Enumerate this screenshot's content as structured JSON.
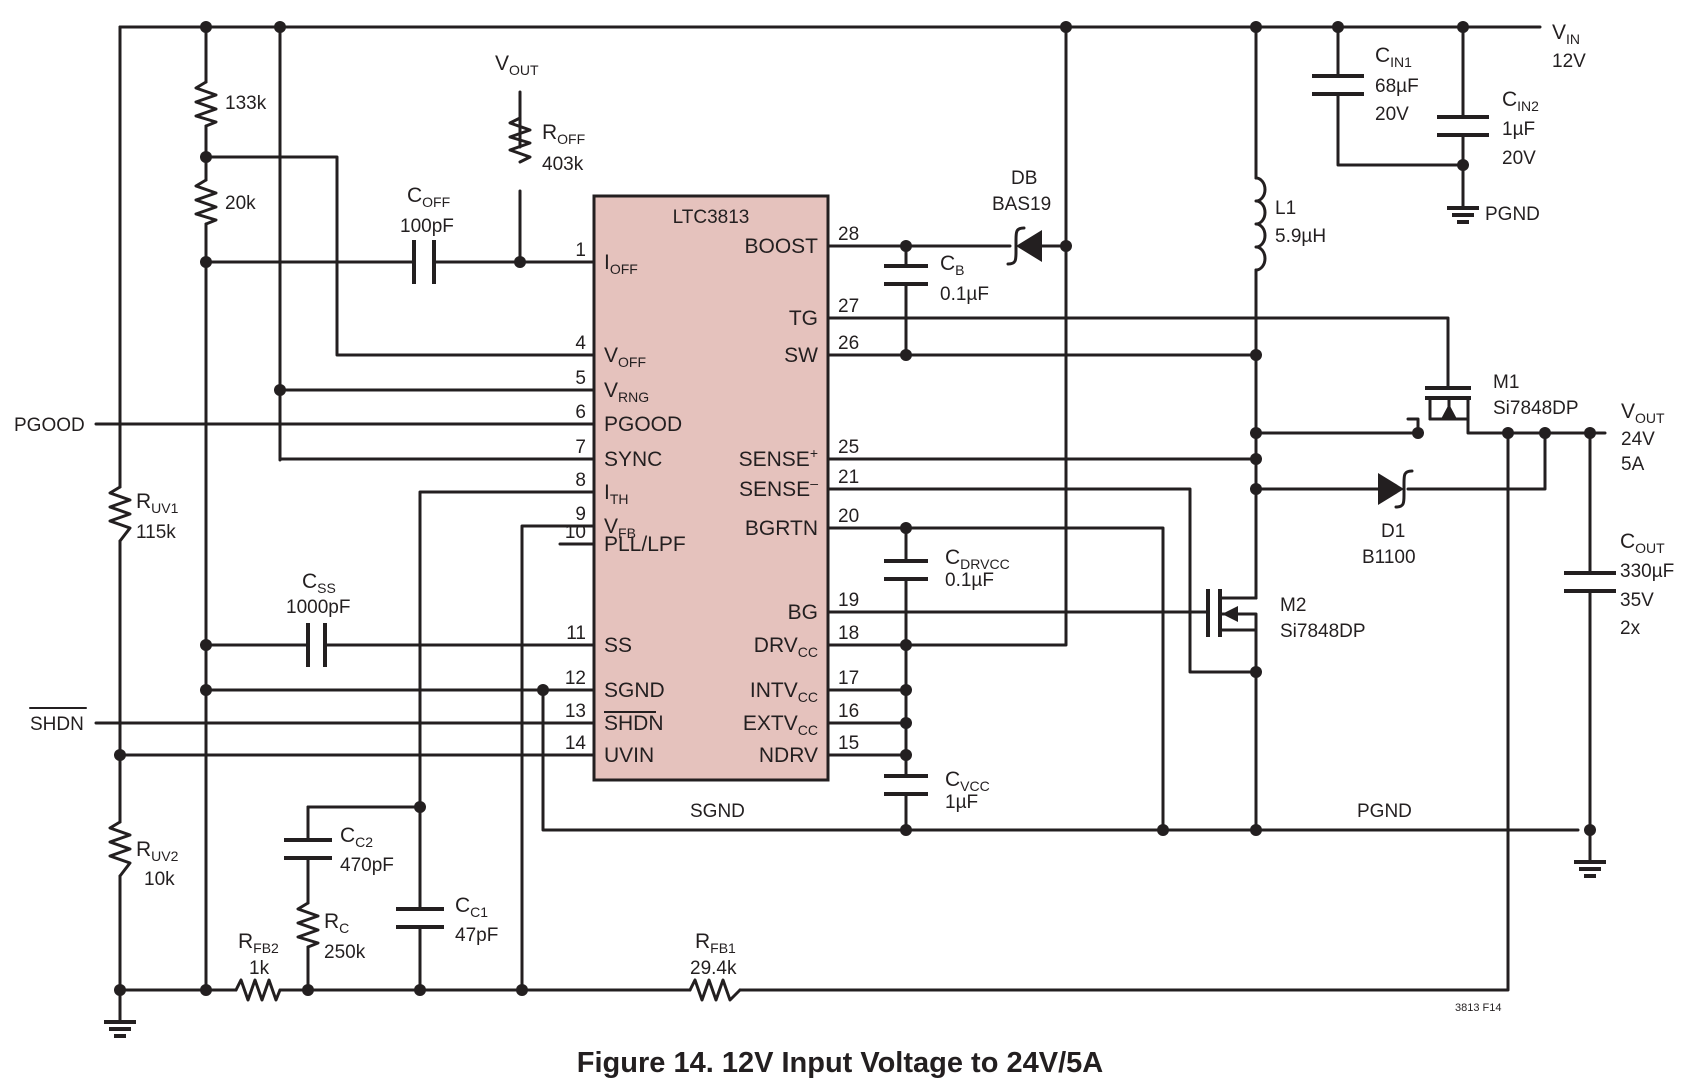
{
  "figure": {
    "caption": "Figure 14. 12V Input Voltage to 24V/5A",
    "code": "3813 F14"
  },
  "ic": {
    "name": "LTC3813",
    "left_pins": [
      {
        "num": "1",
        "main": "I",
        "sub": "OFF"
      },
      {
        "num": "4",
        "main": "V",
        "sub": "OFF"
      },
      {
        "num": "5",
        "main": "V",
        "sub": "RNG"
      },
      {
        "num": "6",
        "main": "PGOOD",
        "sub": ""
      },
      {
        "num": "7",
        "main": "SYNC",
        "sub": ""
      },
      {
        "num": "8",
        "main": "I",
        "sub": "TH"
      },
      {
        "num": "9",
        "main": "V",
        "sub": "FB"
      },
      {
        "num": "10",
        "main": "PLL/LPF",
        "sub": ""
      },
      {
        "num": "11",
        "main": "SS",
        "sub": ""
      },
      {
        "num": "12",
        "main": "SGND",
        "sub": ""
      },
      {
        "num": "13",
        "main": "SHDN",
        "sub": ""
      },
      {
        "num": "14",
        "main": "UVIN",
        "sub": ""
      }
    ],
    "right_pins": [
      {
        "num": "28",
        "main": "BOOST",
        "sub": "",
        "sup": ""
      },
      {
        "num": "27",
        "main": "TG",
        "sub": "",
        "sup": ""
      },
      {
        "num": "26",
        "main": "SW",
        "sub": "",
        "sup": ""
      },
      {
        "num": "25",
        "main": "SENSE",
        "sub": "",
        "sup": "+"
      },
      {
        "num": "21",
        "main": "SENSE",
        "sub": "",
        "sup": "–"
      },
      {
        "num": "20",
        "main": "BGRTN",
        "sub": "",
        "sup": ""
      },
      {
        "num": "19",
        "main": "BG",
        "sub": "",
        "sup": ""
      },
      {
        "num": "18",
        "main": "DRV",
        "sub": "CC",
        "sup": ""
      },
      {
        "num": "17",
        "main": "INTV",
        "sub": "CC",
        "sup": ""
      },
      {
        "num": "16",
        "main": "EXTV",
        "sub": "CC",
        "sup": ""
      },
      {
        "num": "15",
        "main": "NDRV",
        "sub": "",
        "sup": ""
      }
    ]
  },
  "nets": {
    "vin_main": "V",
    "vin_sub": "IN",
    "vin_value": "12V",
    "vout_main": "V",
    "vout_sub": "OUT",
    "vout_value1": "24V",
    "vout_value2": "5A",
    "vout_top_main": "V",
    "vout_top_sub": "OUT",
    "pgood": "PGOOD",
    "shdn": "SHDN",
    "sgnd": "SGND",
    "pgnd": "PGND",
    "pgnd_top": "PGND"
  },
  "components": {
    "r133k": "133k",
    "r20k": "20k",
    "roff": {
      "main": "R",
      "sub": "OFF",
      "value": "403k"
    },
    "coff": {
      "main": "C",
      "sub": "OFF",
      "value": "100pF"
    },
    "db": {
      "name": "DB",
      "part": "BAS19"
    },
    "cb": {
      "main": "C",
      "sub": "B",
      "value": "0.1µF"
    },
    "cin1": {
      "main": "C",
      "sub": "IN1",
      "value": "68µF",
      "rating": "20V"
    },
    "cin2": {
      "main": "C",
      "sub": "IN2",
      "value": "1µF",
      "rating": "20V"
    },
    "l1": {
      "name": "L1",
      "value": "5.9µH"
    },
    "m1": {
      "name": "M1",
      "part": "Si7848DP"
    },
    "m2": {
      "name": "M2",
      "part": "Si7848DP"
    },
    "d1": {
      "name": "D1",
      "part": "B1100"
    },
    "cout": {
      "main": "C",
      "sub": "OUT",
      "value": "330µF",
      "rating": "35V",
      "count": "2x"
    },
    "ruv1": {
      "main": "R",
      "sub": "UV1",
      "value": "115k"
    },
    "ruv2": {
      "main": "R",
      "sub": "UV2",
      "value": "10k"
    },
    "css": {
      "main": "C",
      "sub": "SS",
      "value": "1000pF"
    },
    "cdrvcc": {
      "main": "C",
      "sub": "DRVCC",
      "value": "0.1µF"
    },
    "cvcc": {
      "main": "C",
      "sub": "VCC",
      "value": "1µF"
    },
    "cc2": {
      "main": "C",
      "sub": "C2",
      "value": "470pF"
    },
    "rc": {
      "main": "R",
      "sub": "C",
      "value": "250k"
    },
    "cc1": {
      "main": "C",
      "sub": "C1",
      "value": "47pF"
    },
    "rfb2": {
      "main": "R",
      "sub": "FB2",
      "value": "1k"
    },
    "rfb1": {
      "main": "R",
      "sub": "FB1",
      "value": "29.4k"
    }
  }
}
